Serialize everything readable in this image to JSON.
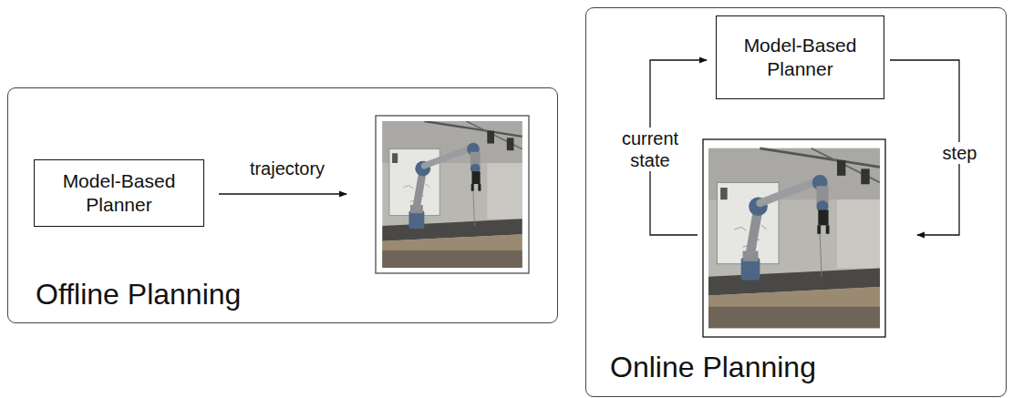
{
  "diagram": {
    "nodes": [
      {
        "text": [
          "Offline Planning"
        ]
      },
      {
        "text": [
          "Model-Based Planner"
        ],
        "in": 0
      },
      {
        "text": [
          "Online Planning"
        ]
      },
      {
        "text": [
          "Model-Based Planner"
        ],
        "in": 2
      }
    ],
    "labels": [
      "trajectory",
      "current state",
      "step"
    ]
  }
}
